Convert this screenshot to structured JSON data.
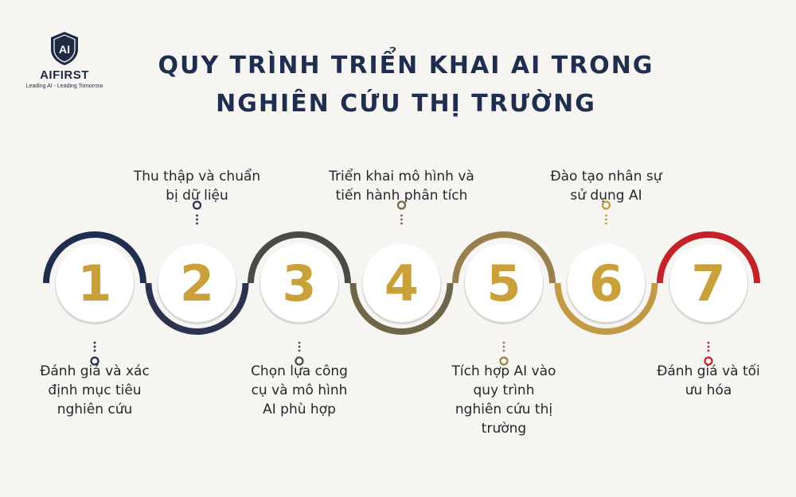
{
  "brand": {
    "mark": "AI",
    "name": "AIFIRST",
    "tagline": "Leading AI - Leading Tomorrow",
    "color": "#1f2a44"
  },
  "title": {
    "line1": "QUY TRÌNH TRIỂN KHAI AI TRONG",
    "line2": "NGHIÊN CỨU THỊ TRƯỜNG"
  },
  "steps": [
    {
      "number": "1",
      "color": "#1f2d4e",
      "position": "top",
      "label": [
        "Đánh giá và xác",
        "định mục tiêu",
        "nghiên cứu"
      ]
    },
    {
      "number": "2",
      "color": "#2b3350",
      "position": "bottom",
      "label": [
        "Thu thập và chuẩn",
        "bị dữ liệu"
      ]
    },
    {
      "number": "3",
      "color": "#4b4a44",
      "position": "top",
      "label": [
        "Chọn lựa công",
        "cụ và mô hình",
        "AI phù hợp"
      ]
    },
    {
      "number": "4",
      "color": "#6e6648",
      "position": "bottom",
      "label": [
        "Triển khai mô hình và",
        "tiến hành phân tích"
      ]
    },
    {
      "number": "5",
      "color": "#977f4e",
      "position": "top",
      "label": [
        "Tích hợp AI vào",
        "quy trình",
        "nghiên cứu thị",
        "trường"
      ]
    },
    {
      "number": "6",
      "color": "#c29a45",
      "position": "bottom",
      "label": [
        "Đào tạo nhân sự",
        "sử dụng AI"
      ]
    },
    {
      "number": "7",
      "color": "#c42229",
      "position": "top",
      "label": [
        "Đánh giá và tối",
        "ưu hóa"
      ]
    }
  ],
  "numberColor": "#c9a03a"
}
